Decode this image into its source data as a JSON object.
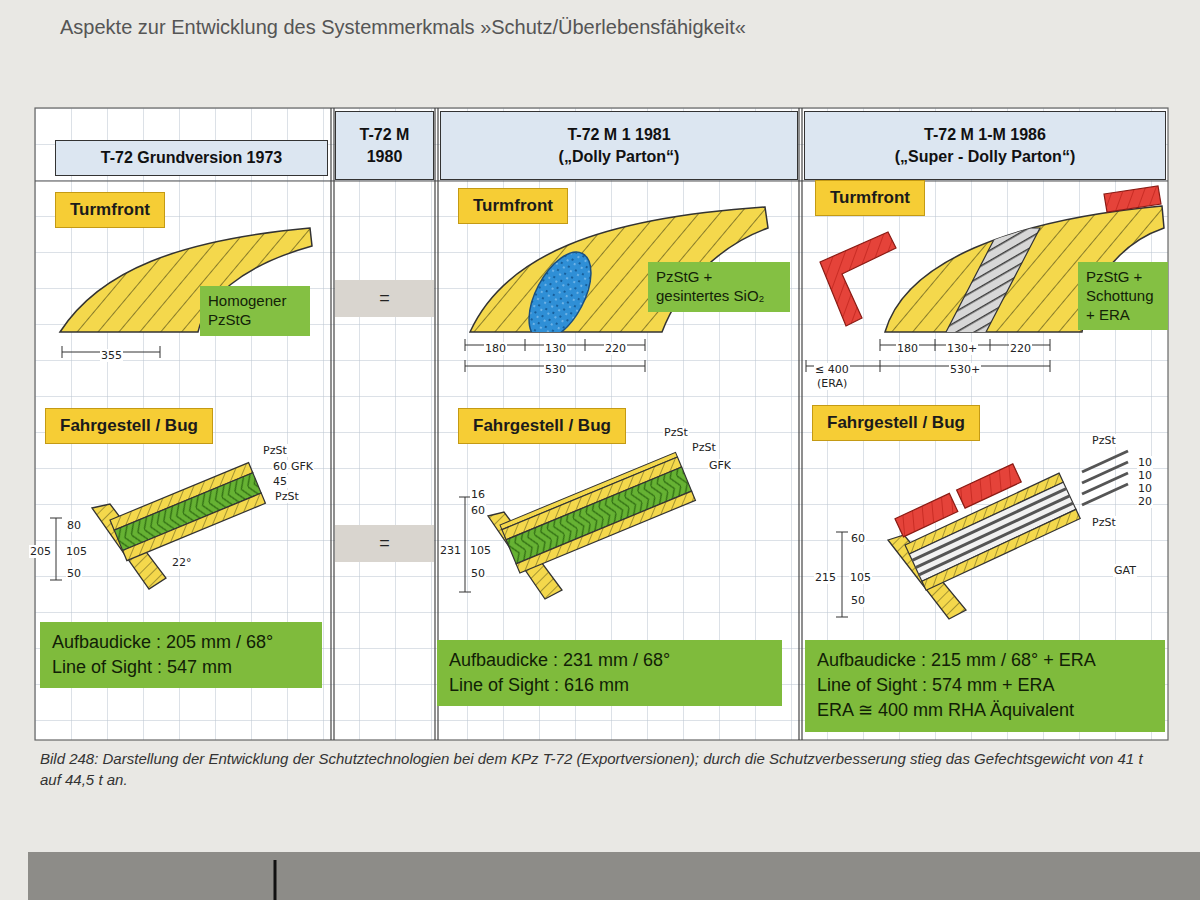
{
  "diagram": {
    "title": "Aspekte zur Entwicklung des Systemmerkmals »Schutz/Überlebensfähigkeit«",
    "caption": "Bild 248: Darstellung der Entwicklung der Schutztechnologien bei dem KPz T-72 (Exportversionen); durch die Schutzverbesserung stieg das Gefechtsgewicht von 41 t auf 44,5 t an.",
    "nodes": [
      {
        "text": [
          "T-72 Grundversion 1973"
        ]
      },
      {
        "text": [
          "T-72 M 1980"
        ]
      },
      {
        "text": [
          "T-72 M 1 1981",
          "(„Dolly Parton“)"
        ]
      },
      {
        "text": [
          "T-72 M 1-M 1986",
          "(„Super - Dolly Parton“)"
        ]
      },
      {
        "text": [
          "Turmfront"
        ]
      },
      {
        "text": [
          "Homogener PzStG"
        ]
      },
      {
        "text": [
          "="
        ]
      },
      {
        "text": [
          "Turmfront"
        ]
      },
      {
        "text": [
          "PzStG + gesintertes SiO₂"
        ]
      },
      {
        "text": [
          "Turmfront"
        ]
      },
      {
        "text": [
          "PzStG + Schottung + ERA"
        ]
      },
      {
        "text": [
          "Fahrgestell / Bug"
        ]
      },
      {
        "text": [
          "="
        ]
      },
      {
        "text": [
          "Fahrgestell / Bug"
        ]
      },
      {
        "text": [
          "Fahrgestell / Bug"
        ]
      },
      {
        "text": [
          "Aufbaudicke : 205 mm / 68°",
          "Line of Sight : 547 mm"
        ]
      },
      {
        "text": [
          "Aufbaudicke : 231 mm / 68°",
          "Line of Sight : 616 mm"
        ]
      },
      {
        "text": [
          "Aufbaudicke : 215 mm / 68° + ERA",
          "Line of Sight : 574 mm + ERA",
          "ERA ≅ 400 mm RHA Äquivalent"
        ]
      }
    ],
    "labels": [
      "355",
      "180",
      "130",
      "220",
      "530",
      "180",
      "130+",
      "220",
      "≤ 400",
      "(ERA)",
      "530+",
      "PzSt",
      "60",
      "GFK",
      "45",
      "PzSt",
      "80",
      "205",
      "105",
      "50",
      "22°",
      "PzSt",
      "PzSt",
      "GFK",
      "16",
      "60",
      "231",
      "105",
      "50",
      "PzSt",
      "10",
      "10",
      "10",
      "20",
      "PzSt",
      "60",
      "215",
      "105",
      "50",
      "GAT"
    ]
  }
}
